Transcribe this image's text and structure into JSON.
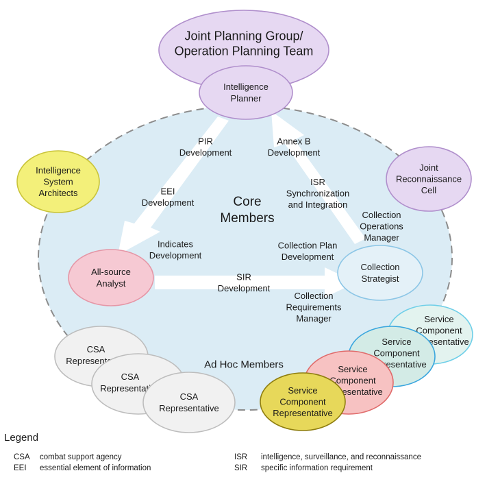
{
  "diagram": {
    "core_label": [
      "Core",
      "Members"
    ],
    "adhoc_label": "Ad Hoc Members",
    "nodes": {
      "jpg": [
        "Joint Planning Group/",
        "Operation Planning Team"
      ],
      "planner": [
        "Intelligence",
        "Planner"
      ],
      "isa": [
        "Intelligence",
        "System",
        "Architects"
      ],
      "jrc": [
        "Joint",
        "Reconnaissance",
        "Cell"
      ],
      "analyst": [
        "All-source",
        "Analyst"
      ],
      "strategist": [
        "Collection",
        "Strategist"
      ],
      "csa1": [
        "CSA",
        "Representative"
      ],
      "csa2": [
        "CSA",
        "Representative"
      ],
      "csa3": [
        "CSA",
        "Representative"
      ],
      "scr1": [
        "Service",
        "Component",
        "Representative"
      ],
      "scr2": [
        "Service",
        "Component",
        "Representative"
      ],
      "scr3": [
        "Service",
        "Component",
        "Representative"
      ],
      "scr4": [
        "Service",
        "Component",
        "Representative"
      ]
    },
    "flow_labels": {
      "pir": [
        "PIR",
        "Development"
      ],
      "annexb": [
        "Annex B",
        "Development"
      ],
      "eei": [
        "EEI",
        "Development"
      ],
      "isr": [
        "ISR",
        "Synchronization",
        "and Integration"
      ],
      "com": [
        "Collection",
        "Operations",
        "Manager"
      ],
      "indicates": [
        "Indicates",
        "Development"
      ],
      "cpd": [
        "Collection Plan",
        "Development"
      ],
      "sir": [
        "SIR",
        "Development"
      ],
      "crm": [
        "Collection",
        "Requirements",
        "Manager"
      ]
    },
    "colors": {
      "core_fill": "#dbecf5",
      "core_border": "#8c8c8c",
      "purple_fill": "#e6d8f2",
      "purple_stroke": "#b08fcc",
      "yellow_fill": "#f3f07a",
      "yellow_stroke": "#c9c43a",
      "pink_fill": "#f6c9d3",
      "pink_stroke": "#e596a6",
      "strategist_fill": "#e4f1f8",
      "strategist_stroke": "#8cc6e6",
      "gray_fill": "#f1f1f1",
      "gray_stroke": "#bdbdbd",
      "teal_fill": "#e3f3ef",
      "teal_stroke": "#6fcfe8",
      "teal2_fill": "#d3ebe6",
      "teal2_stroke": "#3aa6de",
      "salmon_fill": "#f7c2c2",
      "salmon_stroke": "#e06b6b",
      "gold_fill": "#e7d85a",
      "gold_stroke": "#8f7e10",
      "arrow": "#ffffff"
    }
  },
  "legend": {
    "title": "Legend",
    "entries": [
      {
        "abbr": "CSA",
        "text": "combat support agency"
      },
      {
        "abbr": "EEI",
        "text": "essential element of information"
      },
      {
        "abbr": "ISR",
        "text": "intelligence, surveillance, and reconnaissance"
      },
      {
        "abbr": "SIR",
        "text": "specific information requirement"
      }
    ]
  }
}
